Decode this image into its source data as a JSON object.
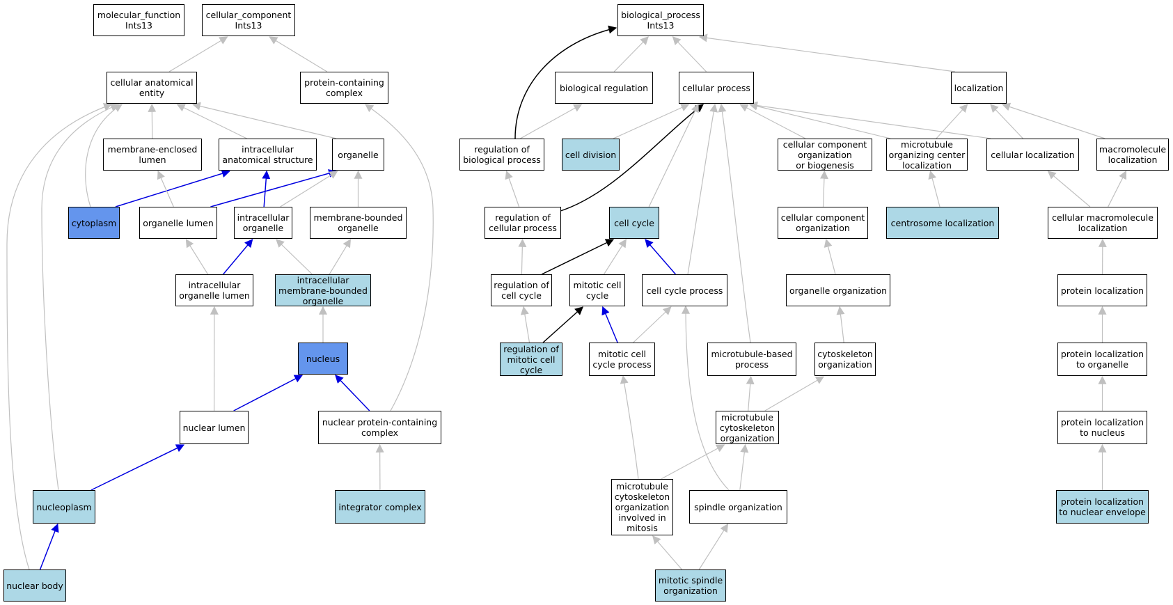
{
  "colors": {
    "edge_is_a": "#c0c0c0",
    "edge_part_of": "#0000e0",
    "edge_regulates": "#000000",
    "node_default": "#ffffff",
    "node_annotated": "#add8e6",
    "node_direct": "#6495ed"
  },
  "nodes": [
    {
      "id": "mf",
      "label": "molecular_function\nInts13",
      "fill": "white"
    },
    {
      "id": "cc",
      "label": "cellular_component\nInts13",
      "fill": "white"
    },
    {
      "id": "bp",
      "label": "biological_process\nInts13",
      "fill": "white"
    },
    {
      "id": "cae",
      "label": "cellular anatomical\nentity",
      "fill": "white"
    },
    {
      "id": "pcc",
      "label": "protein-containing\ncomplex",
      "fill": "white"
    },
    {
      "id": "breg",
      "label": "biological regulation",
      "fill": "white"
    },
    {
      "id": "cproc",
      "label": "cellular process",
      "fill": "white"
    },
    {
      "id": "loc",
      "label": "localization",
      "fill": "white"
    },
    {
      "id": "mel",
      "label": "membrane-enclosed\nlumen",
      "fill": "white"
    },
    {
      "id": "ias",
      "label": "intracellular\nanatomical structure",
      "fill": "white"
    },
    {
      "id": "org",
      "label": "organelle",
      "fill": "white"
    },
    {
      "id": "rbp",
      "label": "regulation of\nbiological process",
      "fill": "white"
    },
    {
      "id": "cdiv",
      "label": "cell division",
      "fill": "light"
    },
    {
      "id": "ccob",
      "label": "cellular component\norganization\nor biogenesis",
      "fill": "white"
    },
    {
      "id": "mocl",
      "label": "microtubule\norganizing center\nlocalization",
      "fill": "white"
    },
    {
      "id": "cloc",
      "label": "cellular localization",
      "fill": "white"
    },
    {
      "id": "mloc",
      "label": "macromolecule\nlocalization",
      "fill": "white"
    },
    {
      "id": "cyto",
      "label": "cytoplasm",
      "fill": "dark"
    },
    {
      "id": "olum",
      "label": "organelle lumen",
      "fill": "white"
    },
    {
      "id": "iorg",
      "label": "intracellular\norganelle",
      "fill": "white"
    },
    {
      "id": "mbo",
      "label": "membrane-bounded\norganelle",
      "fill": "white"
    },
    {
      "id": "rcp",
      "label": "regulation of\ncellular process",
      "fill": "white"
    },
    {
      "id": "ccyc",
      "label": "cell cycle",
      "fill": "light"
    },
    {
      "id": "cco",
      "label": "cellular component\norganization",
      "fill": "white"
    },
    {
      "id": "csl",
      "label": "centrosome localization",
      "fill": "light"
    },
    {
      "id": "cml",
      "label": "cellular macromolecule\nlocalization",
      "fill": "white"
    },
    {
      "id": "iol",
      "label": "intracellular\norganelle lumen",
      "fill": "white"
    },
    {
      "id": "imbo",
      "label": "intracellular\nmembrane-bounded\norganelle",
      "fill": "light"
    },
    {
      "id": "rcc",
      "label": "regulation of\ncell cycle",
      "fill": "white"
    },
    {
      "id": "mcc",
      "label": "mitotic cell\ncycle",
      "fill": "white"
    },
    {
      "id": "ccp",
      "label": "cell cycle process",
      "fill": "white"
    },
    {
      "id": "oorg",
      "label": "organelle organization",
      "fill": "white"
    },
    {
      "id": "ploc",
      "label": "protein localization",
      "fill": "white"
    },
    {
      "id": "nuc",
      "label": "nucleus",
      "fill": "dark"
    },
    {
      "id": "rmcc",
      "label": "regulation of\nmitotic cell\ncycle",
      "fill": "light"
    },
    {
      "id": "mccp",
      "label": "mitotic cell\ncycle process",
      "fill": "white"
    },
    {
      "id": "mtbp",
      "label": "microtubule-based\nprocess",
      "fill": "white"
    },
    {
      "id": "csko",
      "label": "cytoskeleton\norganization",
      "fill": "white"
    },
    {
      "id": "plo",
      "label": "protein localization\nto organelle",
      "fill": "white"
    },
    {
      "id": "nlum",
      "label": "nuclear lumen",
      "fill": "white"
    },
    {
      "id": "npcc",
      "label": "nuclear protein-containing\ncomplex",
      "fill": "white"
    },
    {
      "id": "mcsko",
      "label": "microtubule\ncytoskeleton\norganization",
      "fill": "white"
    },
    {
      "id": "pln",
      "label": "protein localization\nto nucleus",
      "fill": "white"
    },
    {
      "id": "mcskm",
      "label": "microtubule\ncytoskeleton\norganization\ninvolved in\nmitosis",
      "fill": "white"
    },
    {
      "id": "nplasm",
      "label": "nucleoplasm",
      "fill": "light"
    },
    {
      "id": "intc",
      "label": "integrator complex",
      "fill": "light"
    },
    {
      "id": "spo",
      "label": "spindle organization",
      "fill": "white"
    },
    {
      "id": "plne",
      "label": "protein localization\nto nuclear envelope",
      "fill": "light"
    },
    {
      "id": "nbody",
      "label": "nuclear body",
      "fill": "light"
    },
    {
      "id": "mspo",
      "label": "mitotic spindle\norganization",
      "fill": "light"
    }
  ],
  "edges": [
    {
      "from": "cae",
      "to": "cc",
      "kind": "is_a"
    },
    {
      "from": "pcc",
      "to": "cc",
      "kind": "is_a"
    },
    {
      "from": "breg",
      "to": "bp",
      "kind": "is_a"
    },
    {
      "from": "cproc",
      "to": "bp",
      "kind": "is_a"
    },
    {
      "from": "loc",
      "to": "bp",
      "kind": "is_a"
    },
    {
      "from": "rbp",
      "to": "bp",
      "kind": "regulates"
    },
    {
      "from": "rbp",
      "to": "breg",
      "kind": "is_a"
    },
    {
      "from": "mel",
      "to": "cae",
      "kind": "is_a"
    },
    {
      "from": "ias",
      "to": "cae",
      "kind": "is_a"
    },
    {
      "from": "org",
      "to": "cae",
      "kind": "is_a"
    },
    {
      "from": "cyto",
      "to": "cae",
      "kind": "is_a"
    },
    {
      "from": "nplasm",
      "to": "cae",
      "kind": "is_a"
    },
    {
      "from": "nbody",
      "to": "cae",
      "kind": "is_a"
    },
    {
      "from": "cyto",
      "to": "ias",
      "kind": "part_of"
    },
    {
      "from": "iorg",
      "to": "ias",
      "kind": "part_of"
    },
    {
      "from": "olum",
      "to": "org",
      "kind": "part_of"
    },
    {
      "from": "olum",
      "to": "mel",
      "kind": "is_a"
    },
    {
      "from": "iorg",
      "to": "org",
      "kind": "is_a"
    },
    {
      "from": "mbo",
      "to": "org",
      "kind": "is_a"
    },
    {
      "from": "iol",
      "to": "olum",
      "kind": "is_a"
    },
    {
      "from": "iol",
      "to": "iorg",
      "kind": "part_of"
    },
    {
      "from": "imbo",
      "to": "iorg",
      "kind": "is_a"
    },
    {
      "from": "imbo",
      "to": "mbo",
      "kind": "is_a"
    },
    {
      "from": "nuc",
      "to": "imbo",
      "kind": "is_a"
    },
    {
      "from": "nlum",
      "to": "iol",
      "kind": "is_a"
    },
    {
      "from": "nlum",
      "to": "nuc",
      "kind": "part_of"
    },
    {
      "from": "npcc",
      "to": "nuc",
      "kind": "part_of"
    },
    {
      "from": "npcc",
      "to": "pcc",
      "kind": "is_a"
    },
    {
      "from": "nplasm",
      "to": "nlum",
      "kind": "part_of"
    },
    {
      "from": "intc",
      "to": "npcc",
      "kind": "is_a"
    },
    {
      "from": "nbody",
      "to": "nplasm",
      "kind": "part_of"
    },
    {
      "from": "cdiv",
      "to": "cproc",
      "kind": "is_a"
    },
    {
      "from": "rcp",
      "to": "cproc",
      "kind": "regulates"
    },
    {
      "from": "rcp",
      "to": "rbp",
      "kind": "is_a"
    },
    {
      "from": "ccyc",
      "to": "cproc",
      "kind": "is_a"
    },
    {
      "from": "ccp",
      "to": "cproc",
      "kind": "is_a"
    },
    {
      "from": "mtbp",
      "to": "cproc",
      "kind": "is_a"
    },
    {
      "from": "ccob",
      "to": "cproc",
      "kind": "is_a"
    },
    {
      "from": "mocl",
      "to": "cproc",
      "kind": "is_a"
    },
    {
      "from": "cloc",
      "to": "cproc",
      "kind": "is_a"
    },
    {
      "from": "mocl",
      "to": "loc",
      "kind": "is_a"
    },
    {
      "from": "cloc",
      "to": "loc",
      "kind": "is_a"
    },
    {
      "from": "mloc",
      "to": "loc",
      "kind": "is_a"
    },
    {
      "from": "cco",
      "to": "ccob",
      "kind": "is_a"
    },
    {
      "from": "csl",
      "to": "mocl",
      "kind": "is_a"
    },
    {
      "from": "cml",
      "to": "cloc",
      "kind": "is_a"
    },
    {
      "from": "cml",
      "to": "mloc",
      "kind": "is_a"
    },
    {
      "from": "rcc",
      "to": "rcp",
      "kind": "is_a"
    },
    {
      "from": "rcc",
      "to": "ccyc",
      "kind": "regulates"
    },
    {
      "from": "mcc",
      "to": "ccyc",
      "kind": "is_a"
    },
    {
      "from": "ccp",
      "to": "ccyc",
      "kind": "part_of"
    },
    {
      "from": "oorg",
      "to": "cco",
      "kind": "is_a"
    },
    {
      "from": "ploc",
      "to": "cml",
      "kind": "is_a"
    },
    {
      "from": "rmcc",
      "to": "rcc",
      "kind": "is_a"
    },
    {
      "from": "rmcc",
      "to": "mcc",
      "kind": "regulates"
    },
    {
      "from": "mccp",
      "to": "mcc",
      "kind": "part_of"
    },
    {
      "from": "mccp",
      "to": "ccp",
      "kind": "is_a"
    },
    {
      "from": "csko",
      "to": "oorg",
      "kind": "is_a"
    },
    {
      "from": "plo",
      "to": "ploc",
      "kind": "is_a"
    },
    {
      "from": "mcsko",
      "to": "mtbp",
      "kind": "is_a"
    },
    {
      "from": "mcsko",
      "to": "csko",
      "kind": "is_a"
    },
    {
      "from": "pln",
      "to": "plo",
      "kind": "is_a"
    },
    {
      "from": "mcskm",
      "to": "mccp",
      "kind": "is_a"
    },
    {
      "from": "mcskm",
      "to": "mcsko",
      "kind": "is_a"
    },
    {
      "from": "spo",
      "to": "ccp",
      "kind": "is_a"
    },
    {
      "from": "spo",
      "to": "mcsko",
      "kind": "is_a"
    },
    {
      "from": "plne",
      "to": "pln",
      "kind": "is_a"
    },
    {
      "from": "mspo",
      "to": "mcskm",
      "kind": "is_a"
    },
    {
      "from": "mspo",
      "to": "spo",
      "kind": "is_a"
    }
  ]
}
